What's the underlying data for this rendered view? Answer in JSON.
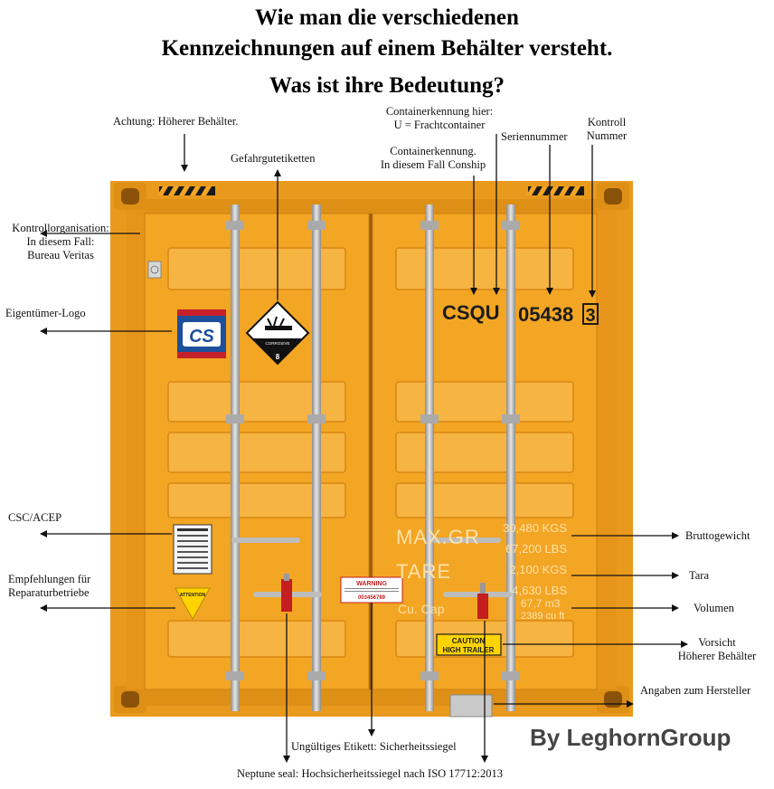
{
  "title": {
    "line1": "Wie man die verschiedenen",
    "line2": "Kennzeichnungen auf einem Behälter versteht.",
    "line3": "Was ist ihre Bedeutung?"
  },
  "labels": {
    "higher_container": "Achtung: Höherer Behälter.",
    "dangerous_goods": "Gefahrgutetiketten",
    "container_id_u_1": "Containerkennung hier:",
    "container_id_u_2": "U = Frachtcontainer",
    "container_id_owner_1": "Containerkennung.",
    "container_id_owner_2": "In diesem Fall Conship",
    "serial_number": "Seriennummer",
    "check_number_1": "Kontroll",
    "check_number_2": "Nummer",
    "inspection_org_1": "Kontrollorganisation:",
    "inspection_org_2": "In diesem Fall:",
    "inspection_org_3": "Bureau Veritas",
    "owner_logo": "Eigentümer-Logo",
    "csc_acep": "CSC/ACEP",
    "repair_1": "Empfehlungen für",
    "repair_2": "Reparaturbetriebe",
    "gross_weight": "Bruttogewicht",
    "tare": "Tara",
    "volume": "Volumen",
    "caution_high_1": "Vorsicht",
    "caution_high_2": "Höherer Behälter",
    "manufacturer": "Angaben zum Hersteller",
    "invalid_label": "Ungültiges Etikett: Sicherheitssiegel",
    "neptune_seal": "Neptune seal: Hochsicherheitssiegel nach ISO 17712:2013"
  },
  "container": {
    "owner_code": "CSQU",
    "serial": "05438",
    "check_digit": "3",
    "logo_text": "CS",
    "hazard_text": "CORROSIVE",
    "hazard_class": "8",
    "attention_text": "ATTENTION",
    "warning_title": "WARNING",
    "warning_code": "003456789",
    "caution_line1": "CAUTION",
    "caution_line2": "HIGH TRAILER",
    "max_gr": "MAX.GR",
    "tare": "TARE",
    "cu_cap": "Cu. Cap",
    "gross_kgs": "30,480 KGS",
    "gross_lbs": "67,200 LBS",
    "tare_kgs": "2,100 KGS",
    "tare_lbs": "4,630 LBS",
    "vol_m3": "67,7 m3",
    "vol_cuft": "2389 cu ft"
  },
  "brand": "By LeghornGroup",
  "colors": {
    "container": "#f3a524",
    "container_dark": "#d98712",
    "rib_light": "#f6b442",
    "text_on_container": "#1c1c1c",
    "logo_blue": "#1d4f9b",
    "logo_red": "#c8202a"
  }
}
